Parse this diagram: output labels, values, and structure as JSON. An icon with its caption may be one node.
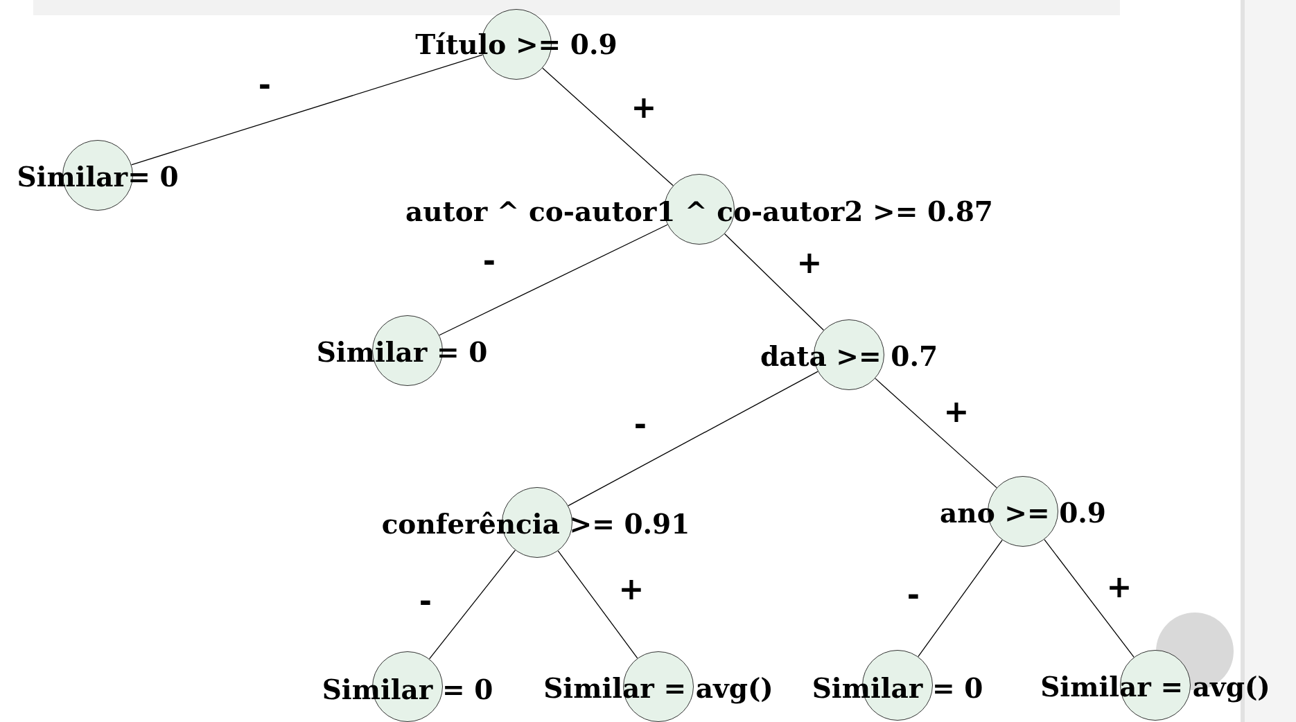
{
  "diagram": {
    "nodes": [
      {
        "text": [
          "Título >= 0.9"
        ]
      },
      {
        "text": [
          "Similar= 0"
        ]
      },
      {
        "text": [
          "autor ^ co-autor1 ^ co-autor2 >= 0.87"
        ]
      },
      {
        "text": [
          "Similar = 0"
        ]
      },
      {
        "text": [
          "data >= 0.7"
        ]
      },
      {
        "text": [
          "conferência >= 0.91"
        ]
      },
      {
        "text": [
          "ano >= 0.9"
        ]
      },
      {
        "text": [
          "Similar = 0"
        ]
      },
      {
        "text": [
          "Similar = avg()"
        ]
      },
      {
        "text": [
          "Similar = 0"
        ]
      },
      {
        "text": [
          "Similar = avg()"
        ]
      }
    ],
    "edges": [
      {
        "from": 0,
        "to": 1,
        "arrow": "none",
        "label": "-"
      },
      {
        "from": 0,
        "to": 2,
        "arrow": "none",
        "label": "+"
      },
      {
        "from": 2,
        "to": 3,
        "arrow": "none",
        "label": "-"
      },
      {
        "from": 2,
        "to": 4,
        "arrow": "none",
        "label": "+"
      },
      {
        "from": 4,
        "to": 5,
        "arrow": "none",
        "label": "-"
      },
      {
        "from": 4,
        "to": 6,
        "arrow": "none",
        "label": "+"
      },
      {
        "from": 5,
        "to": 7,
        "arrow": "none",
        "label": "-"
      },
      {
        "from": 5,
        "to": 8,
        "arrow": "none",
        "label": "+"
      },
      {
        "from": 6,
        "to": 9,
        "arrow": "none",
        "label": "-"
      },
      {
        "from": 6,
        "to": 10,
        "arrow": "none",
        "label": "+"
      }
    ]
  }
}
